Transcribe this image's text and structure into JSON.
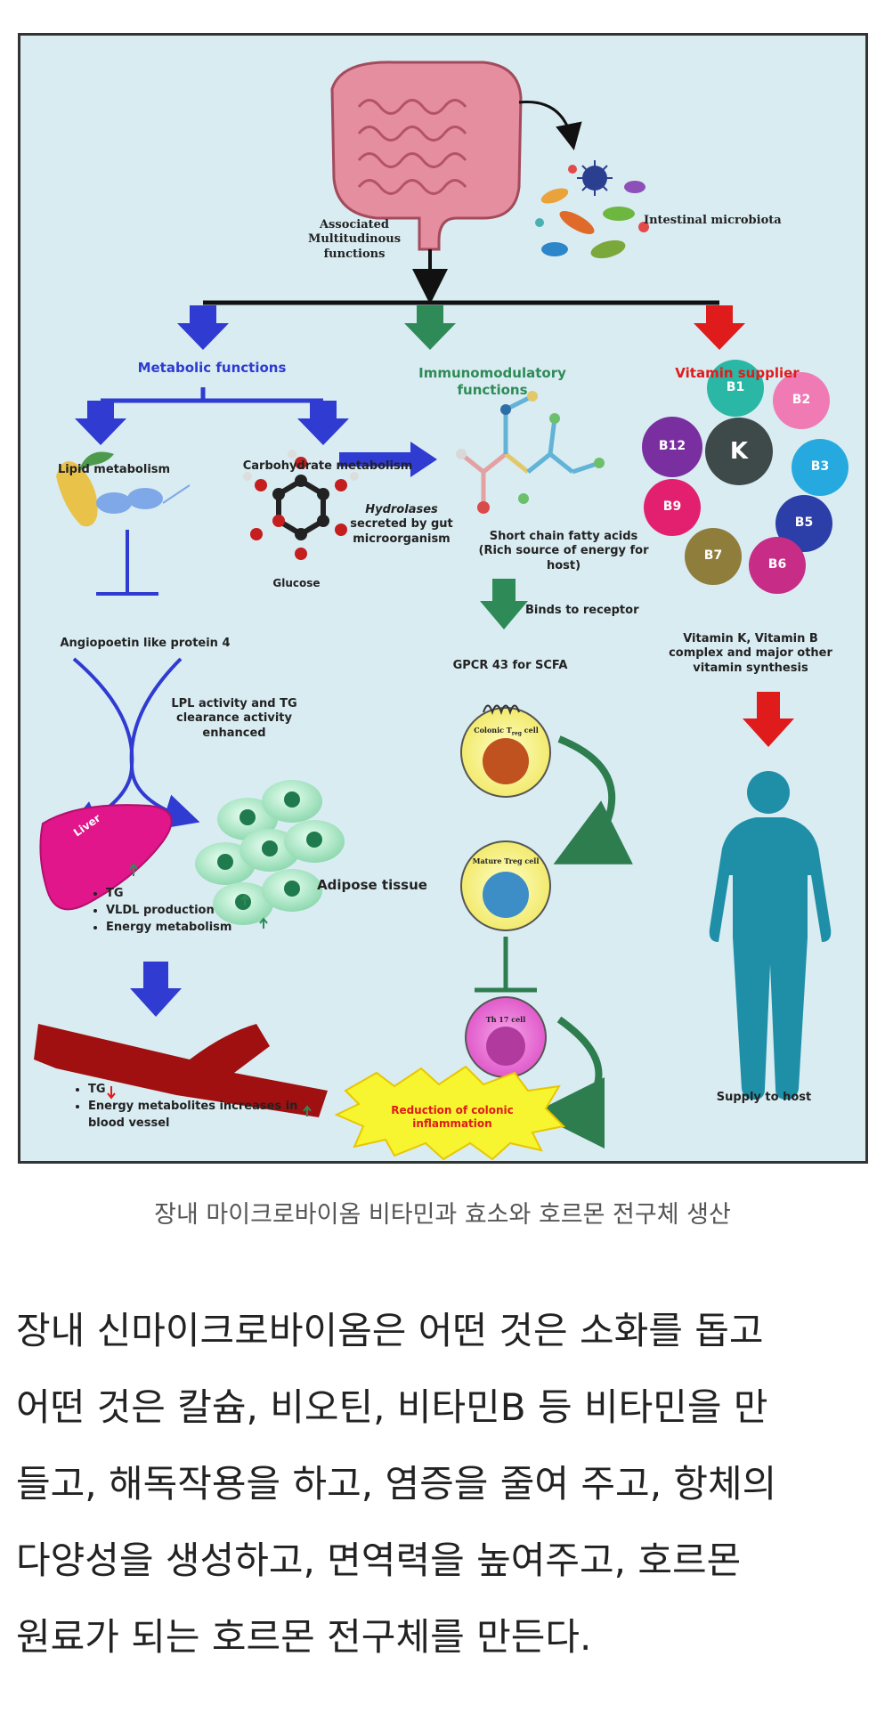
{
  "figure": {
    "associated": "Associated Multitudinous functions",
    "microbiota": "Intestinal microbiota",
    "metabolic": "Metabolic functions",
    "immuno": "Immunomodulatory functions",
    "vitamin_supplier": "Vitamin supplier",
    "lipid": "Lipid metabolism",
    "carb": "Carbohydrate metabolism",
    "glucose": "Glucose",
    "hydrolases_italic": "Hydrolases",
    "hydrolases_rest": " secreted by gut microorganism",
    "scfa": "Short chain fatty acids (Rich source of energy for host)",
    "binds": "Binds to receptor",
    "gpcr": "GPCR 43 for SCFA",
    "angpt": "Angiopoetin like protein 4",
    "lpl": "LPL activity and TG clearance activity enhanced",
    "liver": "Liver",
    "adipose": "Adipose tissue",
    "liver_bullets": [
      "TG",
      "VLDL production",
      "Energy metabolism"
    ],
    "vessel_bullets": [
      "TG",
      "Energy metabolites increases in blood vessel"
    ],
    "colonic_treg": "Colonic T",
    "colonic_treg_sub": "reg",
    "colonic_treg_end": " cell",
    "mature_treg": "Mature Treg cell",
    "th17": "Th 17 cell",
    "reduction": "Reduction of colonic inflammation",
    "vitamins": [
      "B1",
      "B2",
      "B3",
      "B5",
      "B6",
      "B7",
      "B9",
      "B12",
      "K"
    ],
    "vitamin_text": "Vitamin K, Vitamin B complex and major other vitamin synthesis",
    "supply": "Supply to host"
  },
  "caption": "장내 마이크로바이옴 비타민과 효소와 호르몬 전구체 생산",
  "paragraph": [
    "장내 신마이크로바이옴은 어떤 것은 소화를 돕고",
    "어떤 것은 칼슘, 비오틴, 비타민B 등 비타민을 만",
    "들고, 해독작용을 하고, 염증을 줄여 주고, 항체의",
    "다양성을 생성하고, 면역력을 높여주고, 호르몬",
    "원료가 되는 호르몬 전구체를 만든다."
  ],
  "colors": {
    "background": "#d9ecf2",
    "metabolic": "#2f3bd1",
    "immuno": "#2e8b57",
    "vitamin": "#e01b1b",
    "liver": "#e0168a",
    "vessel": "#a01010",
    "body": "#1f8fa8"
  }
}
